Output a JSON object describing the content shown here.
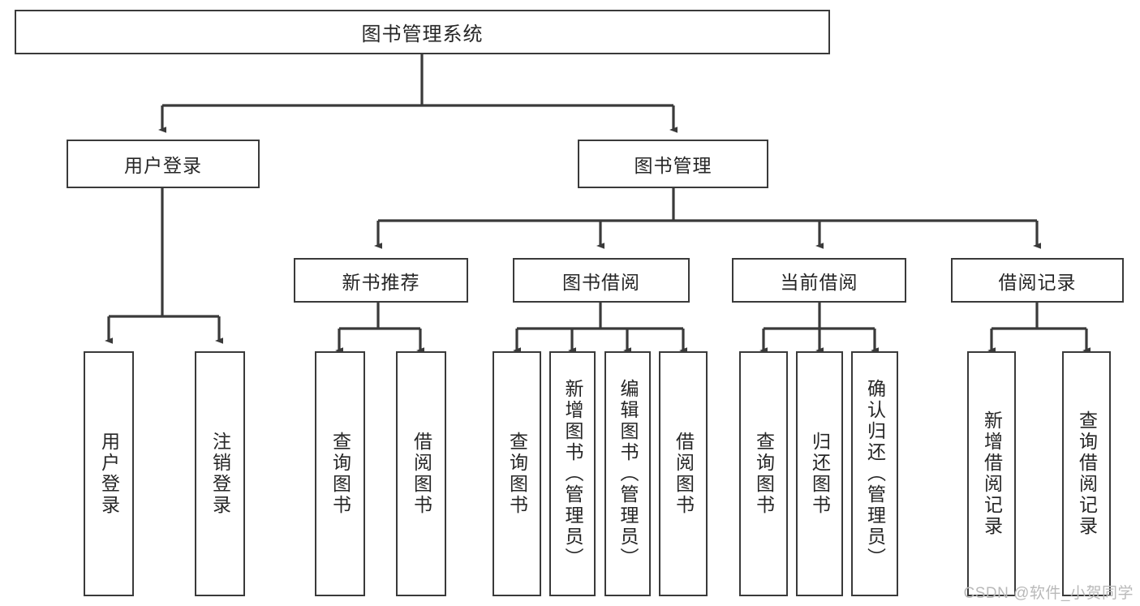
{
  "diagram": {
    "type": "tree-hierarchy",
    "title": "图书管理系统",
    "root": {
      "label": "图书管理系统"
    },
    "level1": [
      {
        "label": "用户登录"
      },
      {
        "label": "图书管理"
      }
    ],
    "level2": [
      {
        "label": "新书推荐"
      },
      {
        "label": "图书借阅"
      },
      {
        "label": "当前借阅"
      },
      {
        "label": "借阅记录"
      }
    ],
    "leaves": {
      "user_login": [
        {
          "label": "用户登录"
        },
        {
          "label": "注销登录"
        }
      ],
      "new_book_recommend": [
        {
          "label": "查询图书"
        },
        {
          "label": "借阅图书"
        }
      ],
      "book_borrow": [
        {
          "label": "查询图书"
        },
        {
          "label": "新增图书（管理员）"
        },
        {
          "label": "编辑图书（管理员）"
        },
        {
          "label": "借阅图书"
        }
      ],
      "current_borrow": [
        {
          "label": "查询图书"
        },
        {
          "label": "归还图书"
        },
        {
          "label": "确认归还（管理员）"
        }
      ],
      "borrow_record": [
        {
          "label": "新增借阅记录"
        },
        {
          "label": "查询借阅记录"
        }
      ]
    }
  },
  "watermark": {
    "text": "CSDN @软件_小贺同学"
  },
  "colors": {
    "border": "#3a3a3a",
    "text": "#262626",
    "background": "#ffffff",
    "watermark": "#b9b9b9"
  }
}
